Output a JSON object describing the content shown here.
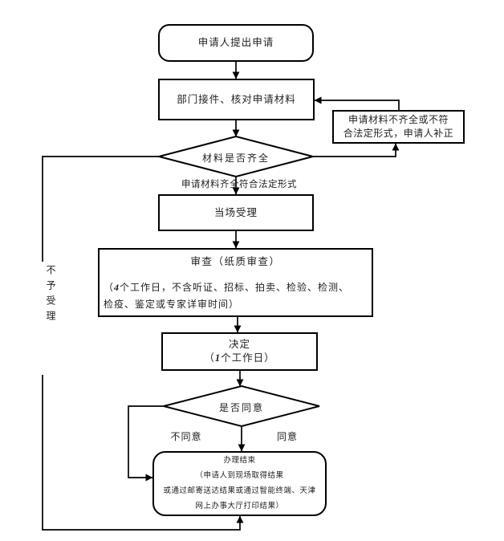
{
  "page": {
    "background": "#ffffff",
    "line_color": "#000000",
    "text_color": "#1f1f1f"
  },
  "nodes": {
    "start": {
      "label": "申请人提出申请"
    },
    "receive": {
      "label": "部门接件、核对申请材料"
    },
    "supplement": {
      "line1": "申请材料不齐全或不符",
      "line2": "合法定形式，申请人补正"
    },
    "materials_check": {
      "label": "材料是否齐全"
    },
    "accept": {
      "label": "当场受理"
    },
    "review": {
      "title": "审查（纸质审查）",
      "note_prefix": "（",
      "note_days": "4",
      "note_line1_rest": "个工作日，不含听证、招标、拍卖、检验、检测、",
      "note_line2": "检疫、鉴定或专家详审时间）"
    },
    "decide": {
      "title": "决定",
      "note_prefix": "（",
      "note_days": "1",
      "note_suffix": "个工作日）"
    },
    "agree_check": {
      "label": "是否同意"
    },
    "finish": {
      "line1": "办理结束",
      "line2": "（申请人到现场取得结果",
      "line3": "或通过邮寄送达结果或通过智能终端、天津",
      "line4": "网上办事大厅打印结果）"
    }
  },
  "edge_labels": {
    "qualified": "申请材料齐全符合法定形式",
    "not_accepted": "不予受理",
    "disagree": "不同意",
    "agree": "同意"
  }
}
